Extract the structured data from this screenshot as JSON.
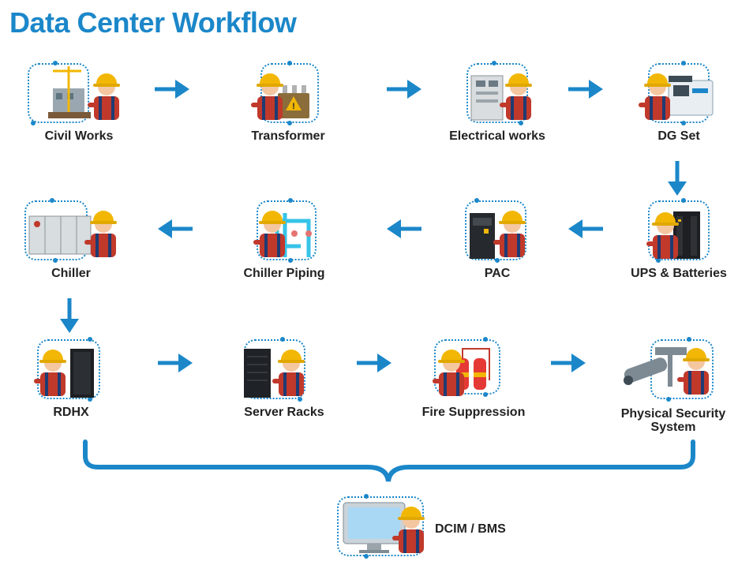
{
  "title": "Data Center Workflow",
  "colors": {
    "accent": "#1b87c9",
    "helmet": "#f2b705",
    "shirt": "#c0392b",
    "text": "#222222"
  },
  "steps": [
    {
      "id": "civil-works",
      "label": "Civil Works",
      "icon": "construction-icon"
    },
    {
      "id": "transformer",
      "label": "Transformer",
      "icon": "transformer-icon"
    },
    {
      "id": "electrical-works",
      "label": "Electrical works",
      "icon": "electrical-panel-icon"
    },
    {
      "id": "dg-set",
      "label": "DG Set",
      "icon": "generator-icon"
    },
    {
      "id": "ups-batteries",
      "label": "UPS & Batteries",
      "icon": "ups-icon"
    },
    {
      "id": "pac",
      "label": "PAC",
      "icon": "precision-ac-icon"
    },
    {
      "id": "chiller-piping",
      "label": "Chiller Piping",
      "icon": "piping-icon"
    },
    {
      "id": "chiller",
      "label": "Chiller",
      "icon": "chiller-icon"
    },
    {
      "id": "rdhx",
      "label": "RDHX",
      "icon": "rack-door-icon"
    },
    {
      "id": "server-racks",
      "label": "Server Racks",
      "icon": "server-rack-icon"
    },
    {
      "id": "fire-suppression",
      "label": "Fire Suppression",
      "icon": "fire-extinguisher-icon"
    },
    {
      "id": "physical-security",
      "label": "Physical Security\nSystem",
      "icon": "cctv-camera-icon"
    },
    {
      "id": "dcim-bms",
      "label": "DCIM / BMS",
      "icon": "monitor-icon"
    }
  ],
  "flow": {
    "arrows": [
      "right",
      "right",
      "right",
      "down",
      "left",
      "left",
      "left",
      "down",
      "right",
      "right",
      "right"
    ],
    "brace": "curly-brace-icon"
  }
}
